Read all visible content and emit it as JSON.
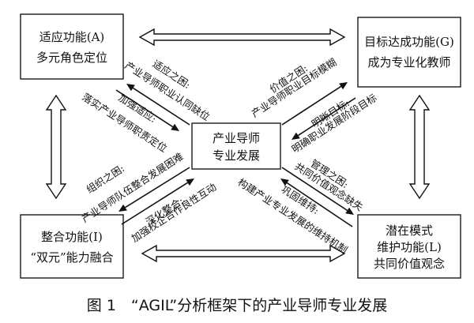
{
  "boxes": {
    "adaptation": {
      "line1": "适应功能(A)",
      "line2": "多元角色定位"
    },
    "goal": {
      "line1": "目标达成功能(G)",
      "line2": "成为专业化教师"
    },
    "center": {
      "line1": "产业导师",
      "line2": "专业发展"
    },
    "integration": {
      "line1": "整合功能(I)",
      "line2": "“双元”能力融合"
    },
    "latency": {
      "line1": "潜在模式",
      "line2": "维护功能(L)",
      "line3": "共同价值观念"
    }
  },
  "labels": {
    "a_in_1": "适应之困:",
    "a_in_2": "产业导师职业认同缺位",
    "a_out_1": "加强适应:",
    "a_out_2": "落实产业导师职责定位",
    "g_in_1": "价值之困:",
    "g_in_2": "产业导师职业目标模糊",
    "g_out_1": "明晰目标:",
    "g_out_2": "明确职业发展阶段目标",
    "i_in_1": "组织之困:",
    "i_in_2": "产业导师队伍整合发展困难",
    "i_out_1": "深化整合:",
    "i_out_2": "加强校企合作良性互动",
    "l_in_1": "管理之困:",
    "l_in_2": "共同价值观念缺失",
    "l_out_1": "巩固维持:",
    "l_out_2": "构建产业专业发展的维持机制"
  },
  "caption": "图 1　“AGIL”分析框架下的产业导师专业发展"
}
